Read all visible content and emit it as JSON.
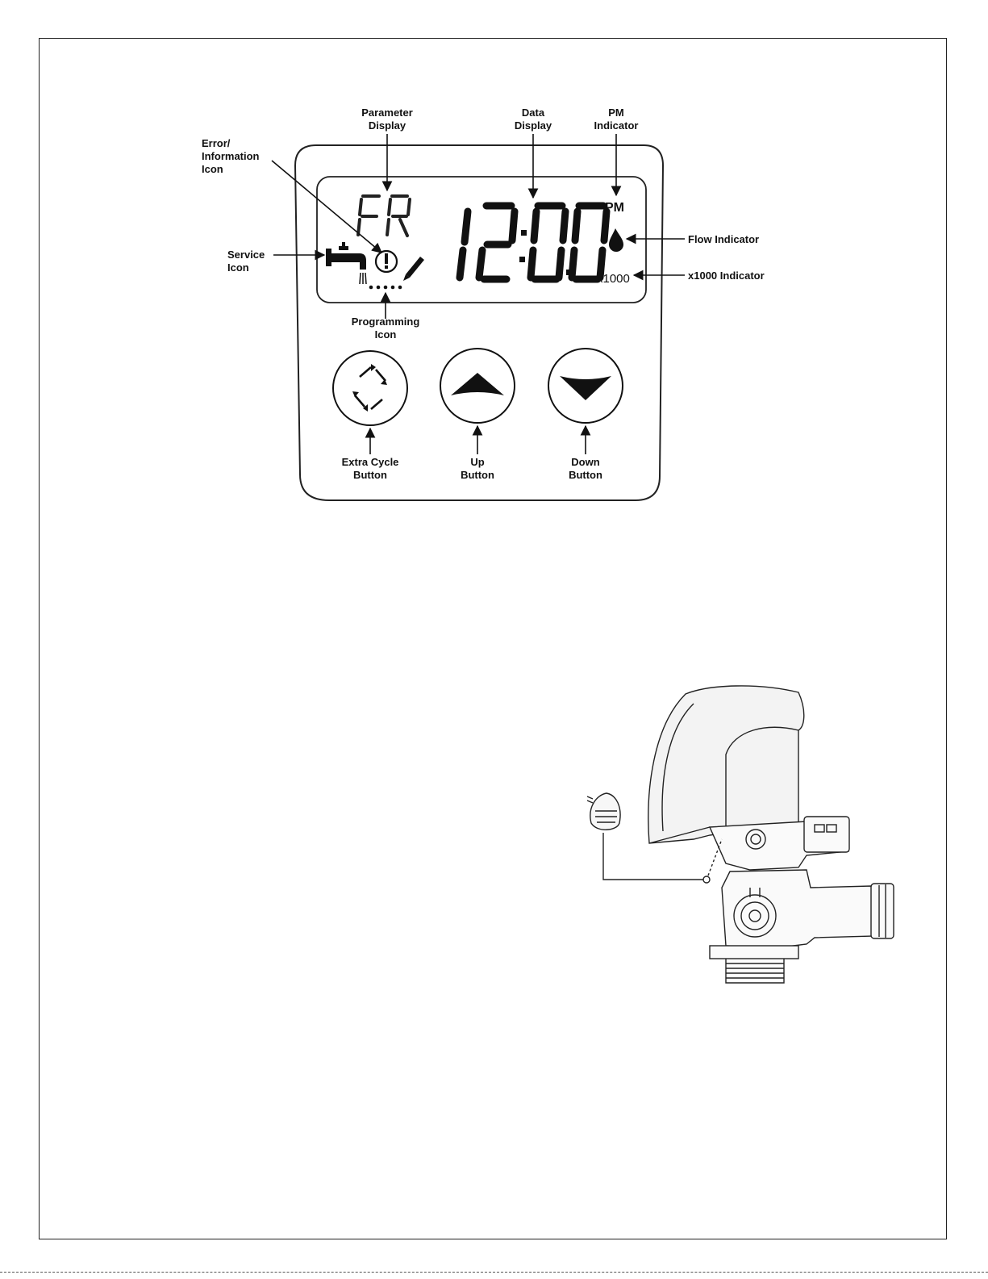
{
  "diagram": {
    "labels": {
      "parameter_display": [
        "Parameter",
        "Display"
      ],
      "data_display": [
        "Data",
        "Display"
      ],
      "pm_indicator": [
        "PM",
        "Indicator"
      ],
      "error_information_icon": [
        "Error/",
        "Information",
        "Icon"
      ],
      "service_icon": [
        "Service",
        "Icon"
      ],
      "programming_icon": [
        "Programming",
        "Icon"
      ],
      "flow_indicator": "Flow Indicator",
      "x1000_indicator": "x1000 Indicator",
      "extra_cycle_button": [
        "Extra Cycle",
        "Button"
      ],
      "up_button": [
        "Up",
        "Button"
      ],
      "down_button": [
        "Down",
        "Button"
      ]
    },
    "lcd": {
      "parameter_text": "FR",
      "data_text": "12:00",
      "pm_text": "PM",
      "x1000_text": "x1000"
    }
  }
}
